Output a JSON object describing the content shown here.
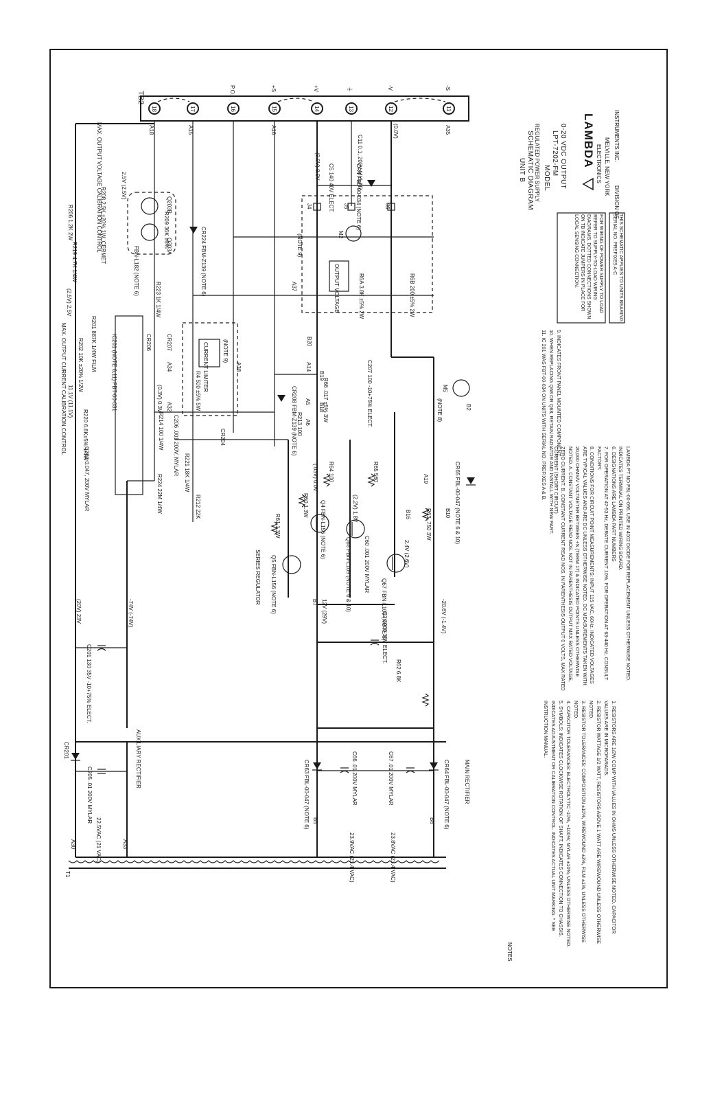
{
  "title_block": {
    "unit": "UNIT B",
    "drawing_type": "SCHEMATIC DIAGRAM",
    "product": "REGULATED POWER SUPPLY",
    "model_label": "MODEL",
    "model": "LPT-7202-FM",
    "output": "0-20 VDC OUTPUT",
    "brand": "LAMBDA",
    "company": "ELECTRONICS",
    "location": "MELVILLE, NEW YORK",
    "division": "DIVISION OF",
    "parent": "INSTRUMENTS INC."
  },
  "boxes": {
    "wiring": "FOR WIRING OF POWER SUPPLY TO LOAD REFER TO SUPPLY-TO-LOAD WIRING DIAGRAMS. DOTTED CONNECTIONS SHOWN ON TB INDICATE JUMPERS IN PLACE FOR LOCAL SENSING CONNECTION.",
    "serial": "THIS SCHEMATIC APPLIES TO UNITS BEARING SERIAL NO. PREFIXES A-C"
  },
  "notes_heading": "NOTES",
  "notes_left": [
    "1. RESISTORS ARE 1/2W COMP WITH VALUES IN OHMS UNLESS OTHERWISE NOTED. CAPACITOR VALUES ARE IN MICROFARADS.",
    "2. RESISTOR WATTAGE 1/2 WATT, RESISTORS ABOVE 1 WATT ARE WIREWOUND UNLESS OTHERWISE NOTED.",
    "3. RESISTOR TOLERANCES: COMPOSITION ±10%, WIREWOUND ±3%, FILM ±1%, UNLESS OTHERWISE NOTED.",
    "4. CAPACITOR TOLERANCES: ELECTROLYTIC -10%, +100%; MYLAR ±10%, UNLESS OTHERWISE NOTED.",
    "5. SYMBOLS: INDICATES CLOCKWISE ROTATION OF SHAFT. INDICATES CONNECTION TO CHASSIS. INDICATES ADJUSTMENT OR CALIBRATION CONTROL. INDICATES ACTUAL UNIT MARKING. * SEE INSTRUCTION MANUAL."
  ],
  "notes_middle": [
    "LAMBDA PT NO FBL-00-096. USE IN 4002 DIODE FOR REPLACEMENT UNLESS OTHERWISE NOTED.",
    "INDICATES TERMINAL ON PRINTED WIRING BOARD.",
    "6. DESIGNATIONS ARE LAMBDA PART NUMBERS",
    "7. FOR OPERATION AT 47-53 Hz, DERATE CURRENT 10%. FOR OPERATION AT 63-440 Hz, CONSULT FACTORY.",
    "8. CONDITIONS FOR CIRCUIT POINT MEASUREMENTS: INPUT 115 VAC, 60Hz. INDICATED VOLTAGES ARE TYPICAL VALUES AND ARE DC UNLESS OTHERWISE NOTED. DC MEASUREMENTS TAKEN WITH 20,000 OHMS/V VOLTMETER BETWEEN +S (TERM 17) & INDICATED POINTS UNLESS OTHERWISE NOTED. A. CONSTANT VOLTAGE READ NOS. NOT IN PARENTHESIS OUTPUT MAX RATED VOLTAGE, ZERO CURRENT. B. CONSTANT CURRENT READ NOS. IN PARENTHESIS OUTPUT 0 VOLTS, MAX RATED CURRENT (SHORT CIRCUIT)"
  ],
  "notes_right": [
    "9. INDICATES FRONT PANEL MOUNTED COMPONENT.",
    "10. WHEN REPLACING Q68 OR Q68, RETAIN RADIATOR AND INSTALL WITH NEW PART.",
    "11. IC 201 WAS FBT-00-034 ON UNITS WITH SERIAL NO. PREFIXES A & B."
  ],
  "sections": {
    "aux_rectifier": "AUXILIARY RECTIFIER",
    "main_rectifier": "MAIN RECTIFIER",
    "series_regulator": "SERIES REGULATOR"
  },
  "terminal_block": {
    "name": "TB2",
    "terminals": [
      {
        "num": "18",
        "label": ""
      },
      {
        "num": "17",
        "label": ""
      },
      {
        "num": "16",
        "label": "P.O."
      },
      {
        "num": "15",
        "label": "+S"
      },
      {
        "num": "14",
        "label": "+V"
      },
      {
        "num": "13",
        "label": "⏚"
      },
      {
        "num": "12",
        "label": "-V"
      },
      {
        "num": "11",
        "label": "-S"
      }
    ]
  },
  "controls": {
    "max_v": "MAX. OUTPUT VOLTAGE CALIBRATION CONTROL",
    "max_i": "MAX. OUTPUT CURRENT CALIBRATION CONTROL"
  },
  "labels": {
    "T1": "T1",
    "A30": "A30",
    "A33": "A33",
    "B5": "B5",
    "B6": "B6",
    "B7": "B7",
    "ac1": "22.5VAC (21 VAC)",
    "ac2": "23.9VAC (23.4 VAC)",
    "ac3": "23.8VAC (23.4 VAC)",
    "CR201": "CR201",
    "C205": "C205 .01 200V MYLAR",
    "C201": "C201 130 35V -10+75% ELECT.",
    "v20": "(20V) 23V",
    "v74": "-74V (-74V)",
    "CR63": "CR63 FBL-00-047 (NOTE 6)",
    "CR64": "CR64 FBL-00-047 (NOTE 6)",
    "C66": "C66 .01 200V MYLAR",
    "C67": "C67 .01 200V MYLAR",
    "C2": "C2 3900 35V ELECT.",
    "R62": "R62 6.8K",
    "v12": "12V (29V)",
    "v206": "-20.6V (-1.4V)",
    "Q5": "Q5 FBN-L156 (NOTE 6)",
    "Q4": "Q4 FBN-L156 (NOTE 6)",
    "R61": "R61 1.3W",
    "R60": "R60 1.3W",
    "C60": "C60 .001 200V MYLAR",
    "Q68": "Q68 FBN-L109 (NOTE 6 & 10)",
    "Q67": "Q67 FBN-L109 (NOTE 6)",
    "v24": "2.4V (2.6V)",
    "v22": "(2.2V) 1.8V",
    "v03": "(.03V) 0.0V",
    "R64": "R64 100",
    "R65": "R65 560",
    "R63": "R63 .750 3W",
    "A19": "A19",
    "B16": "B16",
    "B10": "B10",
    "CR65": "CR65 FBL-00-047 (NOTE 6 & 10)",
    "R212": "R212 22K",
    "R224": "R224 22M 1/4W",
    "R221": "R221 18K 1/4W",
    "C202": "C202 0.047, 200V MYLAR",
    "C206": "C206 .001 200V, MYLAR",
    "CR204": "CR204",
    "R214": "R214 100 1/4W",
    "A6": "A6",
    "A5": "A5",
    "R213": "R213 100",
    "CR208": "CR208 FBM-Z139 (NOTE 6)",
    "B18": "B18",
    "R66": "R66 .017 ±5% 3W",
    "B19": "B19",
    "v111": "11.1V (11.1V)",
    "R220": "R220 6.8K±5% 1/4W",
    "IC201": "IC201 (NOTE 6,11) FBT-00-031",
    "R202": "R202 10K ±20% 1/2W",
    "R201": "R201 887K 1/4W FILM",
    "v03b": "(0.3V) 0.3V",
    "A32": "A32",
    "R4": "R4 500 ±5% 5W",
    "A34": "A34",
    "A38": "A38",
    "A14": "A14",
    "CR206": "CR206",
    "CR207": "CR207",
    "limiter": "CURRENT LIMITER",
    "note9": "(NOTE 9)",
    "C207": "C207 100 -10+75% ELECT.",
    "M5": "M5",
    "note8": "(NOTE 8)",
    "B2": "B2",
    "R223": "R223 1K 1/4W",
    "v25": "(2.5V) 2.5V",
    "A37": "A37",
    "B20": "B20",
    "outv": "OUTPUT VOLTAGE",
    "R6A": "R6A 3.8K ±5% 2W",
    "R6B": "R6B 200 ±5% 2W",
    "Q203A": "Q203A",
    "Q203B": "Q203B",
    "FBN": "FBN-L182 (NOTE 6)",
    "R219": "R219 4.7K 1/4W",
    "R206": "R206 1.2K 2W",
    "R208": "R208 2.5K ±20% 1W, CERMET",
    "R209": "R209 36K ±5%",
    "CR224": "CR224 FBM-Z139 (NOTE 6)",
    "v25b": "2.5V (2.5V)",
    "M2": "M2",
    "J4": "J4",
    "J5": "J5",
    "J6": "J6",
    "C5": "C5 140 40V ELECT.",
    "CR4": "CR4 FBL-00-034 (NOTE 6)",
    "C11": "C11 0.1, 200V MYLAR",
    "v00": "(0.0V) 0.0V",
    "v00b": "(0.0V)",
    "A18": "A18",
    "A15": "A15",
    "A16": "A16",
    "A35": "A35"
  }
}
